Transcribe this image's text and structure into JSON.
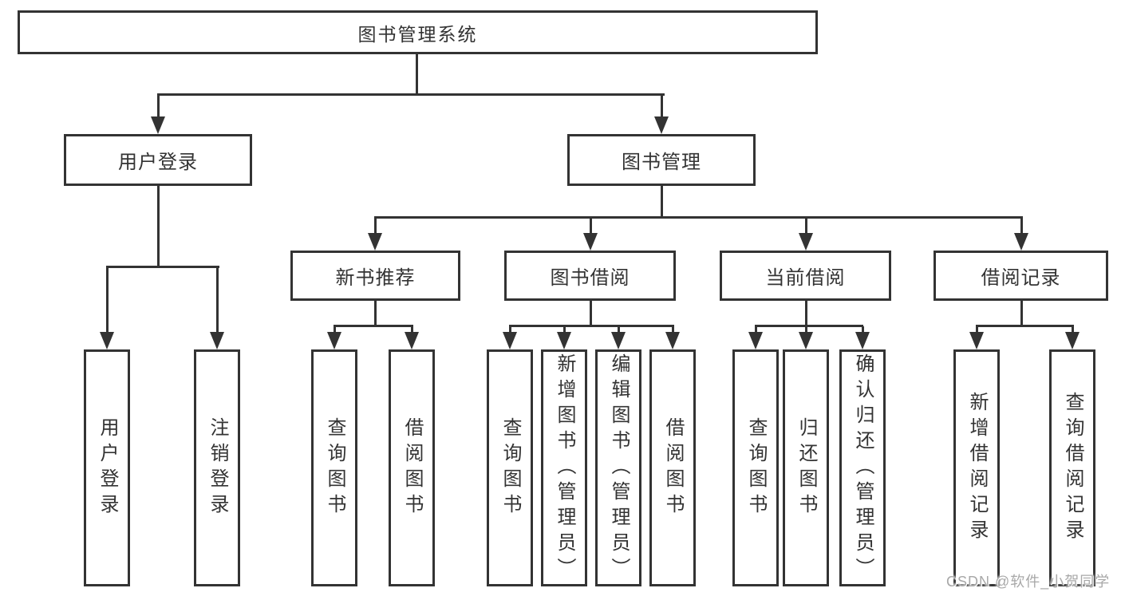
{
  "colors": {
    "line": "#333333",
    "text": "#333333",
    "background": "#ffffff",
    "watermark": "#a8a8a8"
  },
  "tree": {
    "label": "图书管理系统",
    "children": [
      {
        "label": "用户登录",
        "children": [
          {
            "label": "用户登录"
          },
          {
            "label": "注销登录"
          }
        ]
      },
      {
        "label": "图书管理",
        "children": [
          {
            "label": "新书推荐",
            "children": [
              {
                "label": "查询图书"
              },
              {
                "label": "借阅图书"
              }
            ]
          },
          {
            "label": "图书借阅",
            "children": [
              {
                "label": "查询图书"
              },
              {
                "label": "新增图书（管理员）"
              },
              {
                "label": "编辑图书（管理员）"
              },
              {
                "label": "借阅图书"
              }
            ]
          },
          {
            "label": "当前借阅",
            "children": [
              {
                "label": "查询图书"
              },
              {
                "label": "归还图书"
              },
              {
                "label": "确认归还（管理员）"
              }
            ]
          },
          {
            "label": "借阅记录",
            "children": [
              {
                "label": "新增借阅记录"
              },
              {
                "label": "查询借阅记录"
              }
            ]
          }
        ]
      }
    ]
  },
  "watermark": {
    "text": "CSDN @软件_小贺同学"
  }
}
